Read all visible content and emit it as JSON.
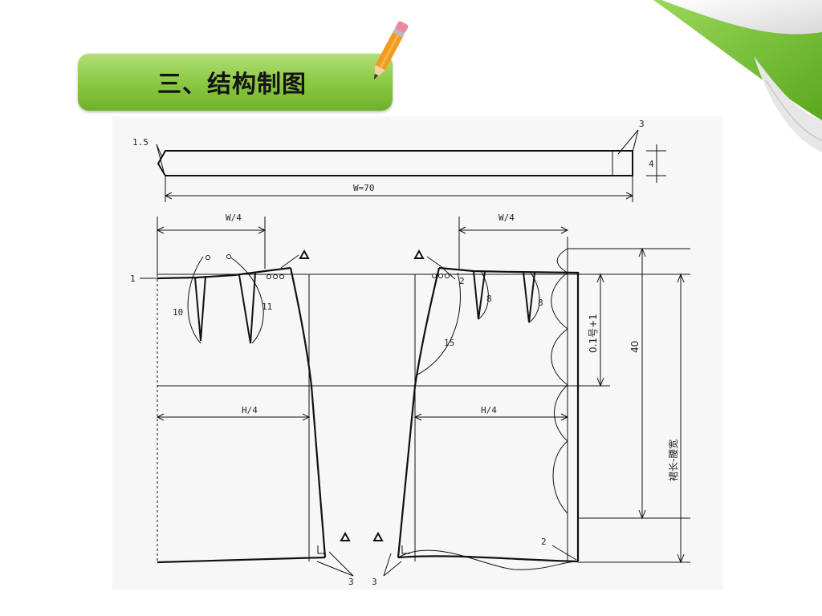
{
  "slide": {
    "title": "三、结构制图"
  },
  "diagram": {
    "waistband_seam": "1.5",
    "waistband_length": "W=70",
    "waistband_end": "3",
    "waistband_width": "4",
    "back_waist": "W/4",
    "front_waist": "W/4",
    "back_hip": "H/4",
    "front_hip": "H/4",
    "waist_drop": "1",
    "dart_back_1": "10",
    "dart_back_2": "11",
    "front_side_raise": "2",
    "dart_front_1": "8",
    "dart_front_2": "8",
    "side_curve": "15",
    "hem_left": "3",
    "hem_right": "3",
    "hem_front": "2",
    "hip_depth": "0.1号+1",
    "hip_height": "40",
    "skirt_length": "裙长-腰宽"
  },
  "colors": {
    "title_green": "#8fcc48",
    "corner_green": "#7cc13a",
    "line": "#111111"
  }
}
